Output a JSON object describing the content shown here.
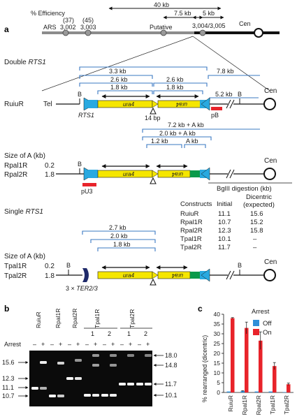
{
  "panel_a": {
    "label": "a",
    "top": {
      "efficiency_label": "% Efficiency",
      "ars_label": "ARS",
      "eff_37": "(37)",
      "eff_45": "(45)",
      "ars_3002": "3,002",
      "ars_3003": "3,003",
      "putative": "Putative",
      "ars_3004": "3,004/3,005",
      "cen": "Cen",
      "dist_40": "40 kb",
      "dist_75": "7.5 kb",
      "dist_5": "5 kb"
    },
    "double": {
      "title_pre": "Double ",
      "title_em": "RTS1",
      "construct": "RuiuR",
      "tel": "Tel",
      "b": "B",
      "rts1_label": "RTS1",
      "ura4": "ura4",
      "bp": "14 bp",
      "probe": "pB",
      "cen": "Cen",
      "m_33": "3.3 kb",
      "m_26a": "2.6 kb",
      "m_18a": "1.8 kb",
      "m_26b": "2.6 kb",
      "m_18b": "1.8 kb",
      "m_78": "7.8 kb",
      "m_52": "5.2 kb"
    },
    "rpal": {
      "size_header": "Size of A (kb)",
      "r1_name": "Rpal1R",
      "r1_size": "0.2",
      "r2_name": "Rpal2R",
      "r2_size": "1.8",
      "b": "B",
      "ura4": "ura4",
      "probe": "pU3",
      "cen": "Cen",
      "m_72": "7.2 kb + A kb",
      "m_20": "2.0 kb + A kb",
      "m_12": "1.2 kb",
      "m_a": "A kb"
    },
    "bglii_table": {
      "header": "BglII digestion (kb)",
      "col_constructs": "Constructs",
      "col_initial": "Initial",
      "col_dicentric": "Dicentric",
      "col_expected": "(expected)",
      "rows": [
        {
          "name": "RuiuR",
          "initial": "11.1",
          "dicentric": "15.6"
        },
        {
          "name": "Rpal1R",
          "initial": "10.7",
          "dicentric": "15.2"
        },
        {
          "name": "Rpal2R",
          "initial": "12.3",
          "dicentric": "15.8"
        },
        {
          "name": "Tpal1R",
          "initial": "10.1",
          "dicentric": "–"
        },
        {
          "name": "Tpal2R",
          "initial": "11.7",
          "dicentric": "–"
        }
      ]
    },
    "single": {
      "title_pre": "Single ",
      "title_em": "RTS1",
      "size_header": "Size of A (kb)",
      "t1_name": "Tpal1R",
      "t1_size": "0.2",
      "t2_name": "Tpal2R",
      "t2_size": "1.8",
      "b": "B",
      "ura4": "ura4",
      "ter_pre": "3 × ",
      "ter_em": "TER2/3",
      "cen": "Cen",
      "m_27": "2.7 kb",
      "m_20": "2.0 kb",
      "m_18": "1.8 kb"
    }
  },
  "panel_b": {
    "label": "b",
    "lanes_top": [
      "RuiuR",
      "Rpal1R",
      "Rpal2R",
      "Tpal1R",
      "Tpal2R"
    ],
    "sub_lanes": [
      "1",
      "2",
      "1",
      "2"
    ],
    "arrest_label": "Arrest",
    "signs": [
      "–",
      "+",
      "–",
      "+",
      "–",
      "+",
      "–",
      "+",
      "–",
      "+",
      "–",
      "+",
      "–",
      "+"
    ],
    "left_markers": [
      "15.6",
      "12.3",
      "11.1",
      "10.7"
    ],
    "right_markers": [
      "18.0",
      "14.8",
      "11.7",
      "10.1"
    ]
  },
  "panel_c": {
    "label": "c",
    "chart_data": {
      "type": "bar",
      "categories": [
        "RuiuR",
        "Rpal1R",
        "Rpal2R",
        "Tpal1R",
        "Tpal2R"
      ],
      "series": [
        {
          "name": "Off",
          "color": "#2f8fd8",
          "values": [
            0.5,
            0.7,
            0.5,
            0.5,
            0.2
          ],
          "errors": [
            0.1,
            0.2,
            0.1,
            0.1,
            0.1
          ]
        },
        {
          "name": "On",
          "color": "#e8232a",
          "values": [
            38,
            33,
            26.5,
            13.5,
            4.2
          ],
          "errors": [
            0.3,
            3,
            4.5,
            1.8,
            0.6
          ]
        }
      ],
      "ylabel": "% rearranged (dicentric)",
      "ylim": [
        0,
        40
      ],
      "yticks": [
        0,
        5,
        10,
        15,
        20,
        25,
        30,
        35,
        40
      ],
      "legend_title": "Arrest",
      "legend_placement": "top-right"
    }
  }
}
